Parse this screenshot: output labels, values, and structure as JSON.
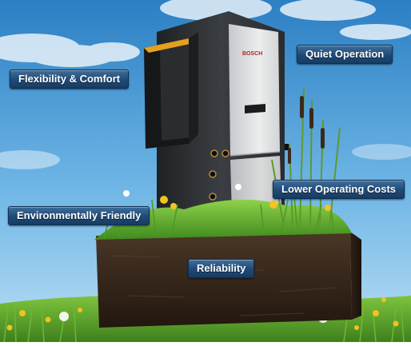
{
  "labels": {
    "flexibility": "Flexibility & Comfort",
    "quiet": "Quiet Operation",
    "lower_costs": "Lower Operating Costs",
    "environment": "Environmentally Friendly",
    "reliability": "Reliability"
  },
  "brand": {
    "logo_text": "BOSCH"
  },
  "colors": {
    "label_bg": "#1f4a76",
    "sky_top": "#2f86c7",
    "sky_bottom": "#a9d6f0",
    "grass": "#5fae2a",
    "soil": "#3a2a1c",
    "unit_dark": "#2e3134",
    "panel_silver": "#d9dadc"
  }
}
